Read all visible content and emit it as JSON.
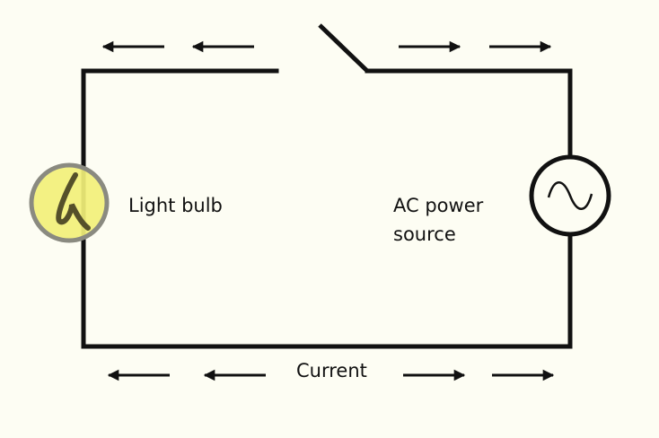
{
  "labels": {
    "bulb": "Light bulb",
    "source_line1": "AC power",
    "source_line2": "source",
    "current": "Current"
  },
  "colors": {
    "background": "#fdfdf3",
    "wire": "#111111",
    "bulb_fill": "#f2f07a",
    "bulb_ring": "#8a8a80",
    "filament": "#55502a"
  },
  "icons": {
    "bulb": "light-bulb-icon",
    "source": "ac-sine-wave-icon",
    "switch": "open-switch-icon",
    "arrow": "arrow-icon"
  }
}
